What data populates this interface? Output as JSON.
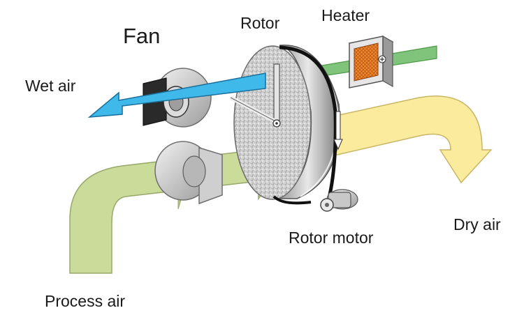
{
  "labels": {
    "fan": "Fan",
    "rotor": "Rotor",
    "heater": "Heater",
    "wet_air": "Wet air",
    "dry_air": "Dry air",
    "rotor_motor": "Rotor motor",
    "process_air": "Process air"
  },
  "colors": {
    "process_air": "#cbdc9a",
    "wet_air": "#3fb8ea",
    "dry_air": "#fbeb9c",
    "regen_air": "#7fc47a",
    "heater_grid": "#f08a2a",
    "rotor_face": "#d6d6d6",
    "belt": "#111111"
  }
}
